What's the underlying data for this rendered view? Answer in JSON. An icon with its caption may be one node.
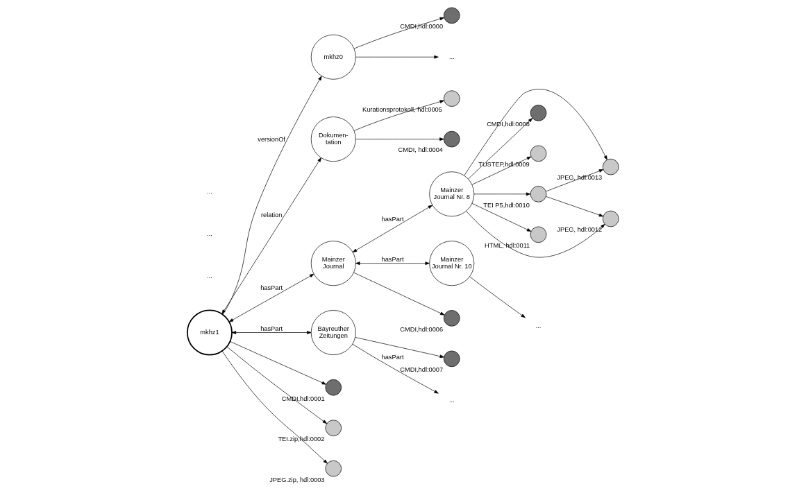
{
  "diagram": {
    "nodes": [
      {
        "text": [
          "mkhz0"
        ]
      },
      {
        "text": [
          "..."
        ]
      },
      {
        "text": [
          "mkhz1"
        ]
      },
      {
        "text": [
          "Dokumen- tation"
        ]
      },
      {
        "text": [
          "Mainzer Journal"
        ]
      },
      {
        "text": [
          "Bayreuther Zeitungen"
        ]
      },
      {
        "text": [
          "..."
        ]
      },
      {
        "text": [
          "Mainzer Journal Nr. 8"
        ]
      },
      {
        "text": [
          "Mainzer Journal Nr. 10"
        ]
      },
      {
        "text": [
          "..."
        ]
      },
      {
        "text": [],
        "shape": "circle",
        "beside": [
          "CMDI,hdl:0000"
        ]
      },
      {
        "text": [],
        "shape": "circle",
        "beside": [
          "CMDI,hdl:0001"
        ]
      },
      {
        "text": [],
        "shape": "circle",
        "beside": [
          "TEI.zip,hdl:0002"
        ]
      },
      {
        "text": [],
        "shape": "circle",
        "beside": [
          "JPEG.zip, hdl:0003"
        ]
      },
      {
        "text": [],
        "shape": "circle",
        "beside": [
          "CMDI, hdl:0004"
        ]
      },
      {
        "text": [],
        "shape": "circle",
        "beside": [
          "Kurationsprotokoll, hdl:0005"
        ]
      },
      {
        "text": [],
        "shape": "circle",
        "beside": [
          "CMDI,hdl:0006"
        ]
      },
      {
        "text": [],
        "shape": "circle",
        "beside": [
          "CMDI,hdl:0007"
        ]
      },
      {
        "text": [],
        "shape": "circle",
        "beside": [
          "CMDI,hdl:0008"
        ]
      },
      {
        "text": [],
        "shape": "circle",
        "beside": [
          "TUSTEP,hdl:0009"
        ]
      },
      {
        "text": [],
        "shape": "circle",
        "beside": [
          "TEI P5,hdl:0010"
        ]
      },
      {
        "text": [],
        "shape": "circle",
        "beside": [
          "HTML, hdl:0011"
        ]
      },
      {
        "text": [],
        "shape": "circle",
        "beside": [
          "JPEG, hdl:0012"
        ]
      },
      {
        "text": [],
        "shape": "circle",
        "beside": [
          "JPEG, hdl:0013"
        ]
      }
    ],
    "edges": [
      {
        "from": 0,
        "to": 10,
        "arrow": "to"
      },
      {
        "from": 0,
        "to": 1,
        "arrow": "to"
      },
      {
        "from": 2,
        "to": 0,
        "arrow": "to",
        "label": "versionOf"
      },
      {
        "from": 2,
        "to": 11,
        "arrow": "to"
      },
      {
        "from": 2,
        "to": 12,
        "arrow": "to"
      },
      {
        "from": 2,
        "to": 13,
        "arrow": "to"
      },
      {
        "from": 2,
        "to": 3,
        "arrow": "both",
        "label": "relation"
      },
      {
        "from": 2,
        "to": 4,
        "arrow": "both",
        "label": "hasPart"
      },
      {
        "from": 2,
        "to": 5,
        "arrow": "both",
        "label": "hasPart"
      },
      {
        "from": 3,
        "to": 14,
        "arrow": "to"
      },
      {
        "from": 3,
        "to": 15,
        "arrow": "to"
      },
      {
        "from": 4,
        "to": 16,
        "arrow": "to"
      },
      {
        "from": 5,
        "to": 17,
        "arrow": "to"
      },
      {
        "from": 5,
        "to": 6,
        "arrow": "to",
        "label": "hasPart"
      },
      {
        "from": 4,
        "to": 7,
        "arrow": "both",
        "label": "hasPart"
      },
      {
        "from": 4,
        "to": 8,
        "arrow": "both",
        "label": "hasPart"
      },
      {
        "from": 8,
        "to": 9,
        "arrow": "to"
      },
      {
        "from": 7,
        "to": 18,
        "arrow": "to"
      },
      {
        "from": 7,
        "to": 19,
        "arrow": "to"
      },
      {
        "from": 7,
        "to": 20,
        "arrow": "to"
      },
      {
        "from": 7,
        "to": 21,
        "arrow": "to"
      },
      {
        "from": 7,
        "to": 22,
        "arrow": "to"
      },
      {
        "from": 7,
        "to": 23,
        "arrow": "to"
      },
      {
        "from": 20,
        "to": 22,
        "arrow": "to"
      },
      {
        "from": 20,
        "to": 23,
        "arrow": "to"
      }
    ],
    "labels": [
      "...",
      "...",
      "..."
    ]
  }
}
